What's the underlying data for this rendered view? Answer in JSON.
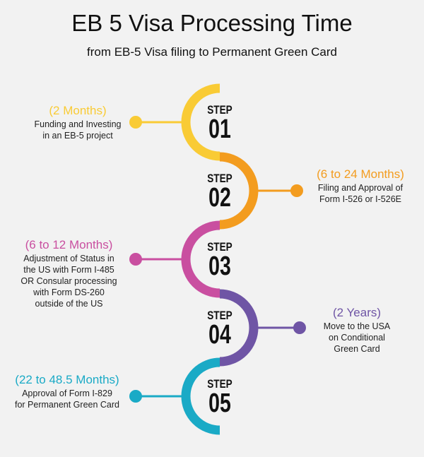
{
  "header": {
    "title": "EB 5 Visa Processing Time",
    "subtitle": "from EB-5 Visa filing to Permanent Green Card"
  },
  "colors": [
    "#F9CB35",
    "#F39C1F",
    "#C94FA0",
    "#6F55A5",
    "#1AAAC6"
  ],
  "steps": [
    {
      "label": "STEP",
      "number": "01",
      "duration": "(2 Months)",
      "description": "Funding and Investing in an EB-5 project",
      "side": "left"
    },
    {
      "label": "STEP",
      "number": "02",
      "duration": "(6 to 24 Months)",
      "description": "Filing and Approval of Form I-526 or I-526E",
      "side": "right"
    },
    {
      "label": "STEP",
      "number": "03",
      "duration": "(6 to 12 Months)",
      "description": "Adjustment of Status in the US with Form I-485 OR Consular processing with Form DS-260 outside of the US",
      "side": "left"
    },
    {
      "label": "STEP",
      "number": "04",
      "duration": "(2 Years)",
      "description": "Move to the USA on Conditional Green Card",
      "side": "right"
    },
    {
      "label": "STEP",
      "number": "05",
      "duration": "(22 to 48.5 Months)",
      "description": "Approval of Form I-829 for Permanent Green Card",
      "side": "left"
    }
  ]
}
